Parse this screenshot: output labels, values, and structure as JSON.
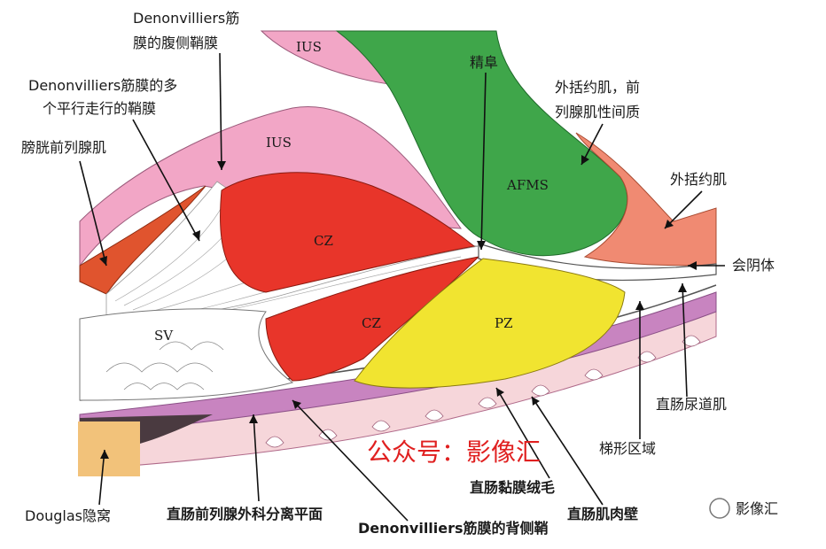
{
  "labels": {
    "denon_ventral": [
      "Denonvilliers筋",
      "膜的腹侧鞘膜"
    ],
    "denon_multi": [
      "Denonvilliers筋膜的多",
      "个平行走行的鞘膜"
    ],
    "bladder_prostate_muscle": "膀胱前列腺肌",
    "verumontanum": "精阜",
    "ext_sphincter_stroma": [
      "外括约肌，前",
      "列腺肌性间质"
    ],
    "ext_sphincter": "外括约肌",
    "perineal_body": "会阴体",
    "rectourethralis": "直肠尿道肌",
    "trapezoid": "梯形区域",
    "rectal_villi": "直肠黏膜绒毛",
    "rectal_wall": "直肠肌肉壁",
    "douglas": "Douglas隐窝",
    "surgical_plane": "直肠前列腺外科分离平面",
    "denon_dorsal": "Denonvilliers筋膜的背侧鞘"
  },
  "zones": {
    "ius_top": "IUS",
    "ius_mid": "IUS",
    "afms": "AFMS",
    "cz_upper": "CZ",
    "cz_lower": "CZ",
    "pz": "PZ",
    "sv": "SV"
  },
  "watermark": "公众号：影像汇",
  "brand": "影像汇",
  "colors": {
    "ius": "#f2a6c6",
    "afms": "#3fa64a",
    "cz": "#e8352a",
    "pz": "#f1e430",
    "bladder_muscle": "#e0542e",
    "ext_sphincter": "#f08a72",
    "rectum_wall": "#c884c0",
    "rectum_villi": "#f6d6da",
    "douglas": "#f2c27a",
    "watermark": "#e02020"
  }
}
